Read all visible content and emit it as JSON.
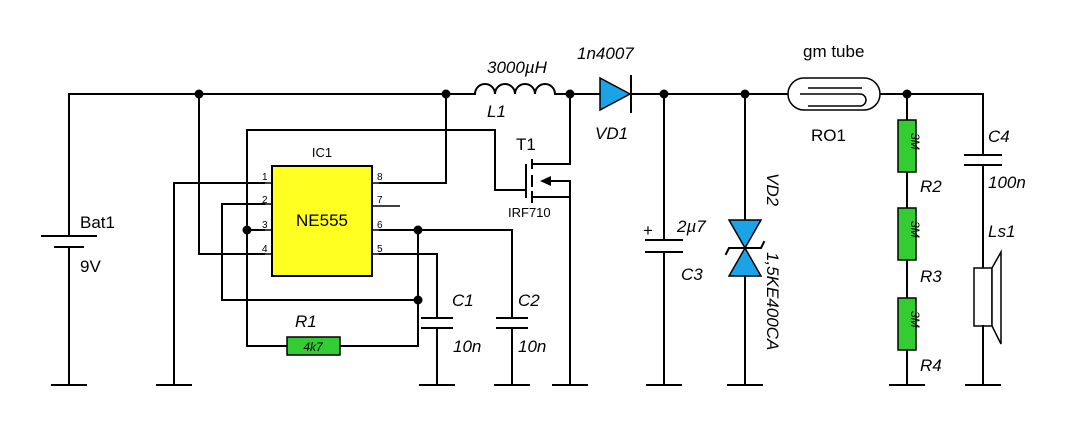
{
  "colors": {
    "ic_fill": "#ffff22",
    "resistor_fill": "#33cc33",
    "diode_fill": "#1aa3e6"
  },
  "battery": {
    "ref": "Bat1",
    "value": "9V"
  },
  "ic": {
    "ref": "IC1",
    "name": "NE555",
    "pins": [
      "1",
      "2",
      "3",
      "4",
      "5",
      "6",
      "7",
      "8"
    ]
  },
  "inductor": {
    "ref": "L1",
    "value": "3000µH"
  },
  "transistor": {
    "ref": "T1",
    "value": "IRF710"
  },
  "diode": {
    "ref": "VD1",
    "value": "1n4007"
  },
  "tvs": {
    "ref": "VD2",
    "value": "1,5KE400CA"
  },
  "tube": {
    "ref": "RO1",
    "value": "gm tube"
  },
  "r1": {
    "ref": "R1",
    "value": "4k7"
  },
  "r2": {
    "ref": "R2",
    "value": "3M"
  },
  "r3": {
    "ref": "R3",
    "value": "3M"
  },
  "r4": {
    "ref": "R4",
    "value": "3M"
  },
  "c1": {
    "ref": "C1",
    "value": "10n"
  },
  "c2": {
    "ref": "C2",
    "value": "10n"
  },
  "c3": {
    "ref": "C3",
    "value": "2µ7",
    "polarity": "+"
  },
  "c4": {
    "ref": "C4",
    "value": "100n"
  },
  "speaker": {
    "ref": "Ls1"
  }
}
